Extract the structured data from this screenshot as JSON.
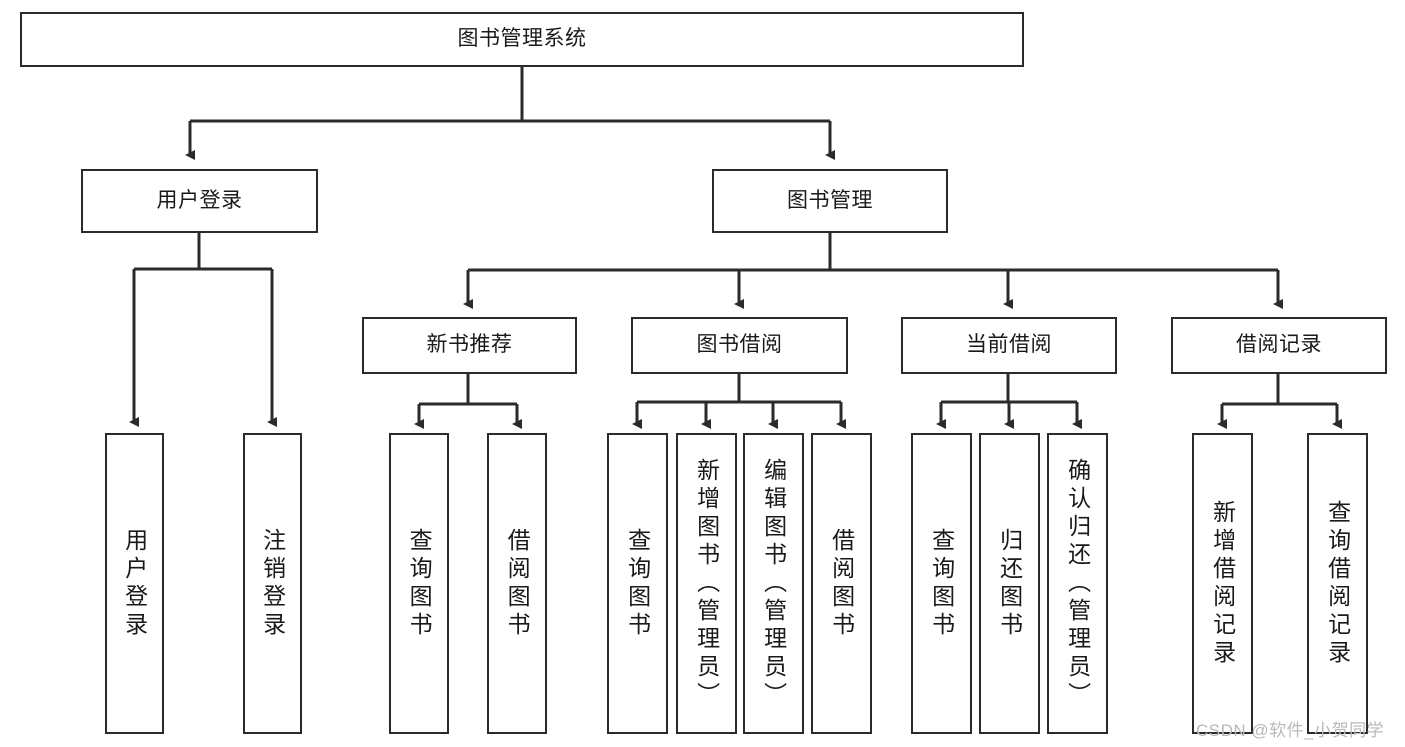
{
  "diagram": {
    "type": "tree",
    "title": "图书管理系统",
    "orientation": "top-down",
    "colors": {
      "node_border": "#2b2b2b",
      "node_fill": "#ffffff",
      "edge": "#2b2b2b",
      "background": "#ffffff",
      "watermark": "#b9b9b9"
    },
    "levels": {
      "root": {
        "label": "图书管理系统"
      },
      "level2": [
        {
          "id": "user-login",
          "label": "用户登录"
        },
        {
          "id": "book-management",
          "label": "图书管理"
        }
      ],
      "level3": [
        {
          "id": "new-book-recommend",
          "label": "新书推荐",
          "parent": "book-management"
        },
        {
          "id": "book-borrow",
          "label": "图书借阅",
          "parent": "book-management"
        },
        {
          "id": "current-borrow",
          "label": "当前借阅",
          "parent": "book-management"
        },
        {
          "id": "borrow-record",
          "label": "借阅记录",
          "parent": "book-management"
        }
      ],
      "leaves": [
        {
          "id": "leaf-user-login",
          "label": "用户登录",
          "parent": "user-login"
        },
        {
          "id": "leaf-logout",
          "label": "注销登录",
          "parent": "user-login"
        },
        {
          "id": "leaf-query-book-1",
          "label": "查询图书",
          "parent": "new-book-recommend"
        },
        {
          "id": "leaf-borrow-book-1",
          "label": "借阅图书",
          "parent": "new-book-recommend"
        },
        {
          "id": "leaf-query-book-2",
          "label": "查询图书",
          "parent": "book-borrow"
        },
        {
          "id": "leaf-add-book",
          "label": "新增图书（管理员）",
          "parent": "book-borrow"
        },
        {
          "id": "leaf-edit-book",
          "label": "编辑图书（管理员）",
          "parent": "book-borrow"
        },
        {
          "id": "leaf-borrow-book-2",
          "label": "借阅图书",
          "parent": "book-borrow"
        },
        {
          "id": "leaf-query-book-3",
          "label": "查询图书",
          "parent": "current-borrow"
        },
        {
          "id": "leaf-return-book",
          "label": "归还图书",
          "parent": "current-borrow"
        },
        {
          "id": "leaf-confirm-return",
          "label": "确认归还（管理员）",
          "parent": "current-borrow"
        },
        {
          "id": "leaf-add-record",
          "label": "新增借阅记录",
          "parent": "borrow-record"
        },
        {
          "id": "leaf-query-record",
          "label": "查询借阅记录",
          "parent": "borrow-record"
        }
      ]
    }
  },
  "watermark": {
    "text": "CSDN @软件_小贺同学"
  }
}
